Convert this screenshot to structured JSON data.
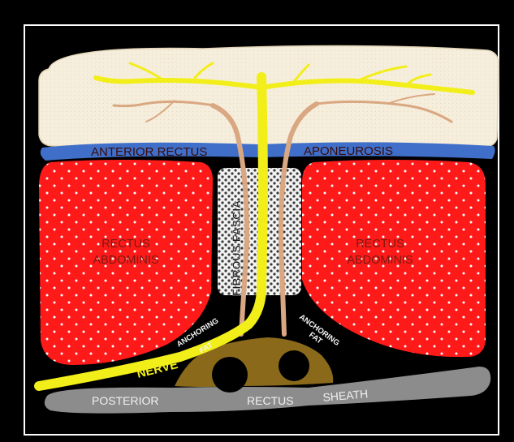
{
  "labels": {
    "anterior_rectus": "ANTERIOR RECTUS",
    "aponeurosis": "APONEUROSIS",
    "rectus_left": "RECTUS",
    "abdominis_left": "ABDOMINIS",
    "rectus_right": "RECTUS",
    "abdominis_right": "ABDOMINIS",
    "fibrous_fascia": "FIBROUS FASCIA",
    "anchoring_left": "ANCHORING",
    "fat_left": "FAT",
    "anchoring_right": "ANCHORING",
    "fat_right": "FAT",
    "nerve": "NERVE",
    "posterior": "POSTERIOR",
    "rectus_bottom": "RECTUS",
    "sheath": "SHEATH"
  },
  "colors": {
    "background": "#000000",
    "frame": "#ffffff",
    "subcutaneous": "#f4ecd8",
    "anterior_sheath": "#3f6fc9",
    "muscle": "#ff1a1a",
    "nerve": "#f2ee1a",
    "vessel": "#d9a882",
    "fascia": "#d9d9d9",
    "anchoring_fat": "#8a6a1a",
    "posterior_sheath": "#8c8c8c"
  }
}
